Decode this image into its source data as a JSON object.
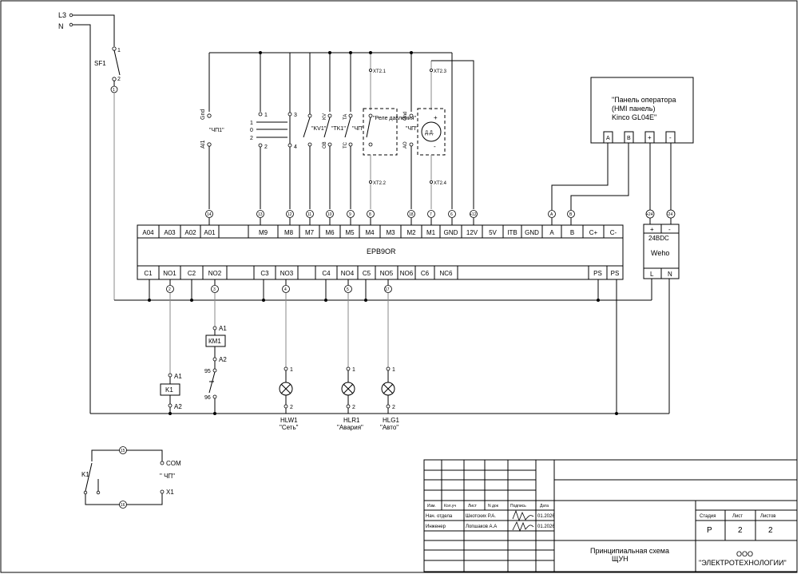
{
  "supply": {
    "l3": "L3",
    "n": "N"
  },
  "breaker": {
    "name": "SF1",
    "pin1": "1",
    "pin2": "2",
    "node": "1"
  },
  "controller": {
    "name": "EPB9OR",
    "inputs": [
      "A04",
      "A03",
      "A02",
      "A01",
      "M9",
      "M8",
      "M7",
      "M6",
      "M5",
      "M4",
      "M3",
      "M2",
      "M1",
      "GND",
      "12V",
      "5V",
      "ITB",
      "GND",
      "A",
      "B",
      "C+",
      "C-"
    ],
    "outputs": [
      "C1",
      "NO1",
      "C2",
      "NO2",
      "C3",
      "NO3",
      "C4",
      "NO4",
      "C5",
      "NO5",
      "NO6",
      "C6",
      "NC6",
      "PS",
      "PS"
    ]
  },
  "markers_top": [
    "14",
    "13",
    "12",
    "11",
    "10",
    "9",
    "8",
    "18",
    "7",
    "6",
    "+12",
    "A",
    "B"
  ],
  "markers_bottom": [
    "2",
    "3",
    "4",
    "5",
    "17"
  ],
  "labels": {
    "chp1": "\"ЧП1\"",
    "gnd": "Gnd",
    "a1": "AI1",
    "sw": [
      "1",
      "0",
      "2",
      "3",
      "4",
      "1",
      "2"
    ],
    "kv1": "\"KV1\"",
    "tk1": "\"TK1\"",
    "chp": "\"ЧП\"",
    "relay": "\"Реле давления\"",
    "xt21": "XT2.1",
    "xt22": "XT2.2",
    "xt23": "XT2.3",
    "xt24": "XT2.4",
    "dd": "Д.Д.",
    "plus": "+",
    "minus": "-",
    "t_labels": [
      "K1",
      "KV",
      "TC",
      "TA",
      "Gnd",
      "AO",
      "OB"
    ]
  },
  "hmi": {
    "title": "\"Панель оператора",
    "subtitle": "(HMI панель)",
    "model": "Kinco GL04E\"",
    "pins": [
      "A",
      "B",
      "+",
      "-"
    ]
  },
  "psu": {
    "plus": "+",
    "minus": "-",
    "p24": "+24",
    "m24": "-24",
    "voltage": "24ВDC",
    "name": "Weho",
    "l": "L",
    "n": "N"
  },
  "contactor": {
    "name": "КМ1",
    "a1": "A1",
    "a2": "A2",
    "c95": "95",
    "c96": "96"
  },
  "relay_k1": {
    "name": "K1",
    "a1": "A1",
    "a2": "A2"
  },
  "lamps": [
    {
      "name": "HLW1",
      "caption": "\"Сеть\"",
      "p1": "1",
      "p2": "2"
    },
    {
      "name": "HLR1",
      "caption": "\"Авария\"",
      "p1": "1",
      "p2": "2"
    },
    {
      "name": "HLG1",
      "caption": "\"Авто\"",
      "p1": "1",
      "p2": "2"
    }
  ],
  "aux": {
    "k1": "K1",
    "com": "COM",
    "chp": "\" ЧП\"",
    "x1": "X1",
    "m15": "15",
    "m16": "16"
  },
  "stamp": {
    "headers": [
      "Изм.",
      "Кол.уч",
      "Лист",
      "N док",
      "Подпись",
      "Дата"
    ],
    "rows": [
      {
        "role": "Нач. отдела",
        "name": "Шкотских Р.А.",
        "date": "01.2026"
      },
      {
        "role": "Инженер",
        "name": "Лопшаков А.А",
        "date": "01.2026"
      }
    ],
    "stage_h": "Стадия",
    "sheet_h": "Лист",
    "sheets_h": "Листов",
    "stage": "Р",
    "sheet": "2",
    "sheets": "2",
    "title_line1": "Принципиальная схема",
    "title_line2": "ЩУН",
    "org_line1": "ООО",
    "org_line2": "\"ЭЛЕКТРОТЕХНОЛОГИИ\""
  }
}
